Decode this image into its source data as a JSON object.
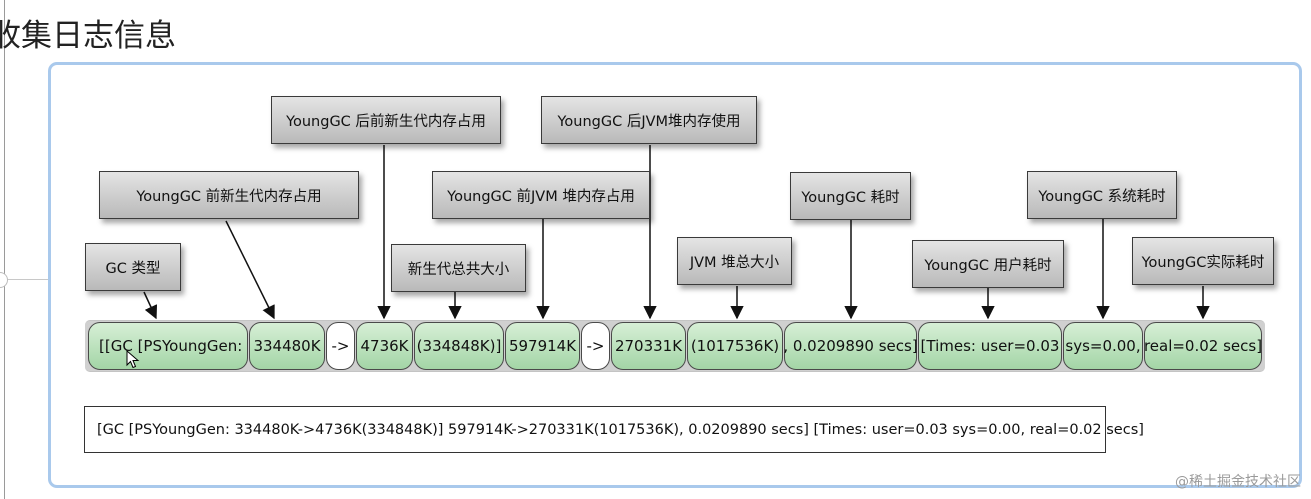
{
  "heading": "收集日志信息",
  "labels": [
    {
      "id": "gc-type",
      "text": "GC 类型"
    },
    {
      "id": "young-before",
      "text": "YoungGC 前新生代内存占用"
    },
    {
      "id": "young-after",
      "text": "YoungGC 后前新生代内存占用"
    },
    {
      "id": "young-total",
      "text": "新生代总共大小"
    },
    {
      "id": "heap-before",
      "text": "YoungGC 前JVM 堆内存占用"
    },
    {
      "id": "heap-after",
      "text": "YoungGC 后JVM堆内存使用"
    },
    {
      "id": "heap-total",
      "text": "JVM 堆总大小"
    },
    {
      "id": "gc-time",
      "text": "YoungGC 耗时"
    },
    {
      "id": "user-time",
      "text": "YoungGC 用户耗时"
    },
    {
      "id": "sys-time",
      "text": "YoungGC 系统耗时"
    },
    {
      "id": "real-time",
      "text": "YoungGC实际耗时"
    }
  ],
  "segments": [
    {
      "text": "[[GC [PSYoungGen:",
      "kind": "value"
    },
    {
      "text": "334480K",
      "kind": "value"
    },
    {
      "text": "->",
      "kind": "arrow"
    },
    {
      "text": "4736K",
      "kind": "value"
    },
    {
      "text": "(334848K)]",
      "kind": "value"
    },
    {
      "text": "597914K",
      "kind": "value"
    },
    {
      "text": "->",
      "kind": "arrow"
    },
    {
      "text": "270331K",
      "kind": "value"
    },
    {
      "text": "(1017536K)",
      "kind": "value"
    },
    {
      "text": ", 0.0209890 secs]",
      "kind": "value"
    },
    {
      "text": "[Times: user=0.03",
      "kind": "value"
    },
    {
      "text": "sys=0.00,",
      "kind": "value"
    },
    {
      "text": "real=0.02 secs]",
      "kind": "value"
    }
  ],
  "log_line": "[GC [PSYoungGen: 334480K->4736K(334848K)] 597914K->270331K(1017536K), 0.0209890 secs] [Times: user=0.03 sys=0.00, real=0.02 secs]",
  "watermark": "@稀土掘金技术社区",
  "colors": {
    "segment_fill": "#b9e0ba",
    "frame_border": "#a9c9ec",
    "label_fill": "#cfcfcf"
  }
}
